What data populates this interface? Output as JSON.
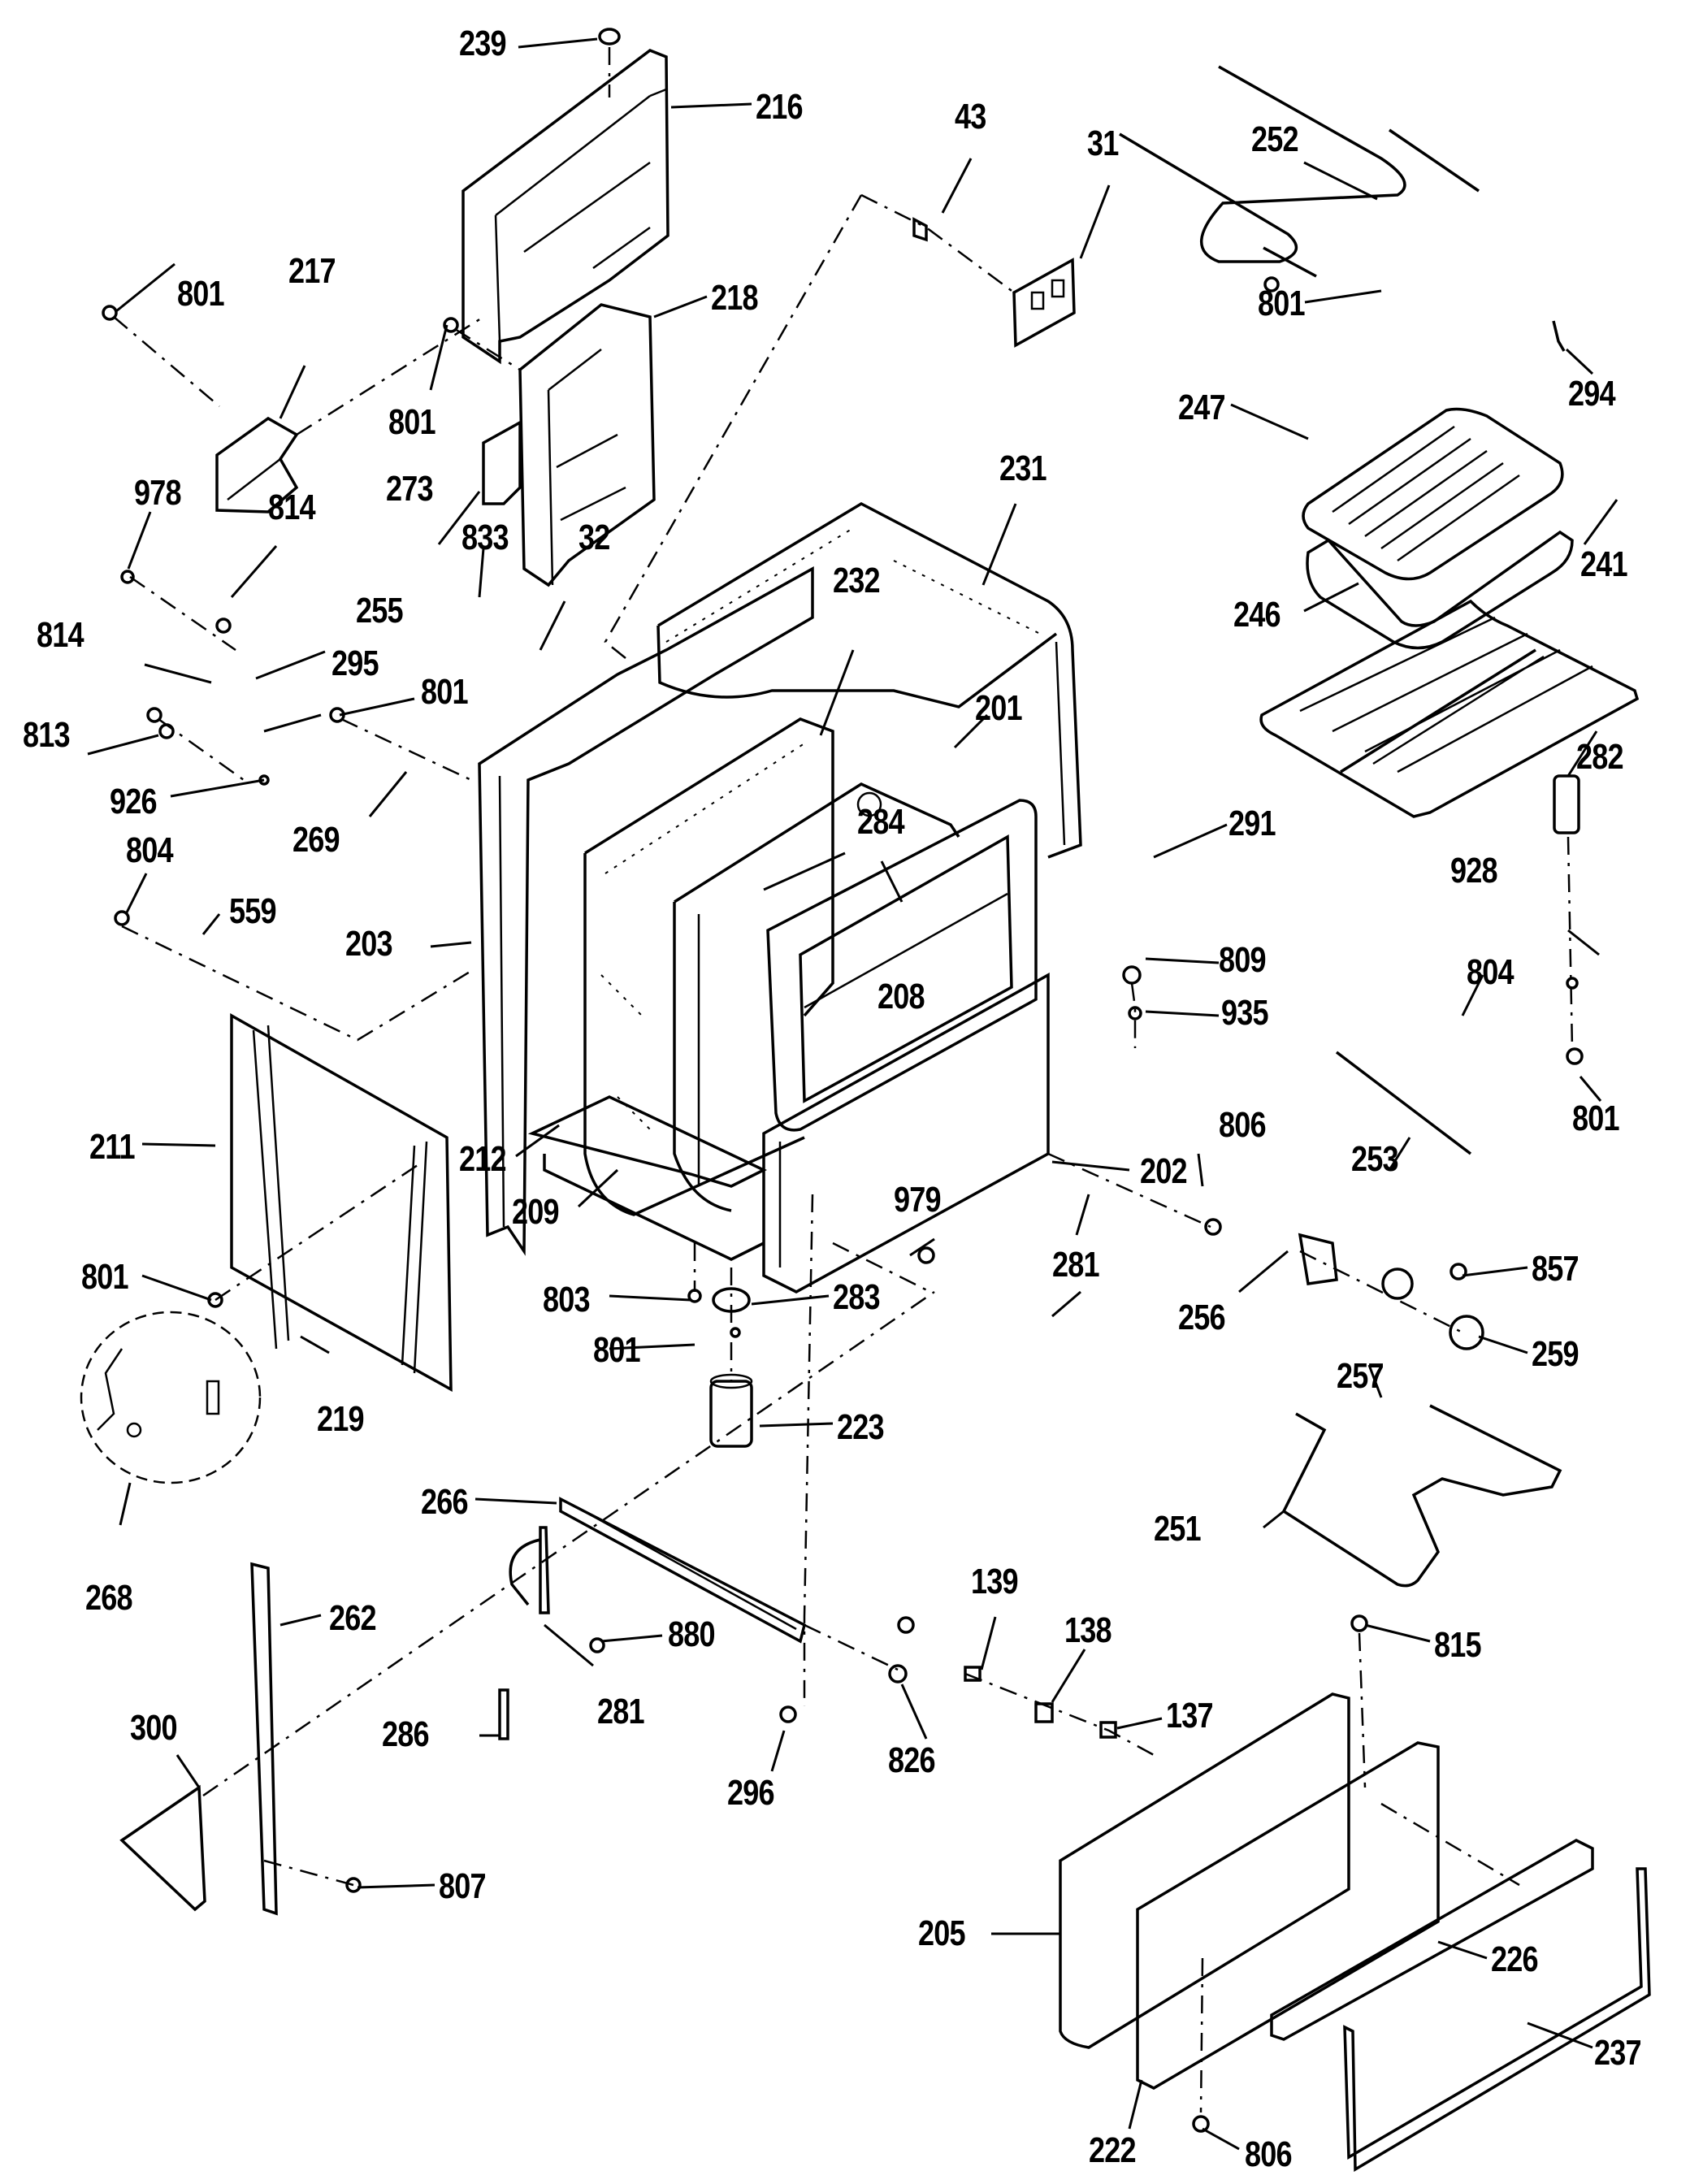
{
  "diagram": {
    "type": "exploded-parts-diagram",
    "subject": "Range oven body assembly",
    "callouts": [
      {
        "id": "239",
        "label": "239"
      },
      {
        "id": "216",
        "label": "216"
      },
      {
        "id": "43",
        "label": "43"
      },
      {
        "id": "31",
        "label": "31"
      },
      {
        "id": "252",
        "label": "252"
      },
      {
        "id": "801a",
        "label": "801"
      },
      {
        "id": "217",
        "label": "217"
      },
      {
        "id": "218",
        "label": "218"
      },
      {
        "id": "801b",
        "label": "801"
      },
      {
        "id": "801c",
        "label": "801"
      },
      {
        "id": "294",
        "label": "294"
      },
      {
        "id": "247",
        "label": "247"
      },
      {
        "id": "273",
        "label": "273"
      },
      {
        "id": "978",
        "label": "978"
      },
      {
        "id": "814a",
        "label": "814"
      },
      {
        "id": "231",
        "label": "231"
      },
      {
        "id": "833",
        "label": "833"
      },
      {
        "id": "32",
        "label": "32"
      },
      {
        "id": "246",
        "label": "246"
      },
      {
        "id": "241",
        "label": "241"
      },
      {
        "id": "255",
        "label": "255"
      },
      {
        "id": "232",
        "label": "232"
      },
      {
        "id": "814b",
        "label": "814"
      },
      {
        "id": "295",
        "label": "295"
      },
      {
        "id": "801d",
        "label": "801"
      },
      {
        "id": "201",
        "label": "201"
      },
      {
        "id": "813",
        "label": "813"
      },
      {
        "id": "282",
        "label": "282"
      },
      {
        "id": "926",
        "label": "926"
      },
      {
        "id": "269",
        "label": "269"
      },
      {
        "id": "284",
        "label": "284"
      },
      {
        "id": "291",
        "label": "291"
      },
      {
        "id": "804a",
        "label": "804"
      },
      {
        "id": "559",
        "label": "559"
      },
      {
        "id": "928",
        "label": "928"
      },
      {
        "id": "203",
        "label": "203"
      },
      {
        "id": "809",
        "label": "809"
      },
      {
        "id": "804b",
        "label": "804"
      },
      {
        "id": "208",
        "label": "208"
      },
      {
        "id": "935",
        "label": "935"
      },
      {
        "id": "801e",
        "label": "801"
      },
      {
        "id": "211",
        "label": "211"
      },
      {
        "id": "202",
        "label": "202"
      },
      {
        "id": "212",
        "label": "212"
      },
      {
        "id": "806a",
        "label": "806"
      },
      {
        "id": "253",
        "label": "253"
      },
      {
        "id": "209",
        "label": "209"
      },
      {
        "id": "979",
        "label": "979"
      },
      {
        "id": "801f",
        "label": "801"
      },
      {
        "id": "281a",
        "label": "281"
      },
      {
        "id": "857",
        "label": "857"
      },
      {
        "id": "803",
        "label": "803"
      },
      {
        "id": "283",
        "label": "283"
      },
      {
        "id": "256",
        "label": "256"
      },
      {
        "id": "259",
        "label": "259"
      },
      {
        "id": "219",
        "label": "219"
      },
      {
        "id": "801g",
        "label": "801"
      },
      {
        "id": "257",
        "label": "257"
      },
      {
        "id": "223",
        "label": "223"
      },
      {
        "id": "266",
        "label": "266"
      },
      {
        "id": "251",
        "label": "251"
      },
      {
        "id": "268",
        "label": "268"
      },
      {
        "id": "139",
        "label": "139"
      },
      {
        "id": "262",
        "label": "262"
      },
      {
        "id": "880",
        "label": "880"
      },
      {
        "id": "138",
        "label": "138"
      },
      {
        "id": "815",
        "label": "815"
      },
      {
        "id": "137",
        "label": "137"
      },
      {
        "id": "300",
        "label": "300"
      },
      {
        "id": "281b",
        "label": "281"
      },
      {
        "id": "286",
        "label": "286"
      },
      {
        "id": "826",
        "label": "826"
      },
      {
        "id": "296",
        "label": "296"
      },
      {
        "id": "807",
        "label": "807"
      },
      {
        "id": "205",
        "label": "205"
      },
      {
        "id": "226",
        "label": "226"
      },
      {
        "id": "222",
        "label": "222"
      },
      {
        "id": "237",
        "label": "237"
      },
      {
        "id": "806b",
        "label": "806"
      }
    ]
  }
}
